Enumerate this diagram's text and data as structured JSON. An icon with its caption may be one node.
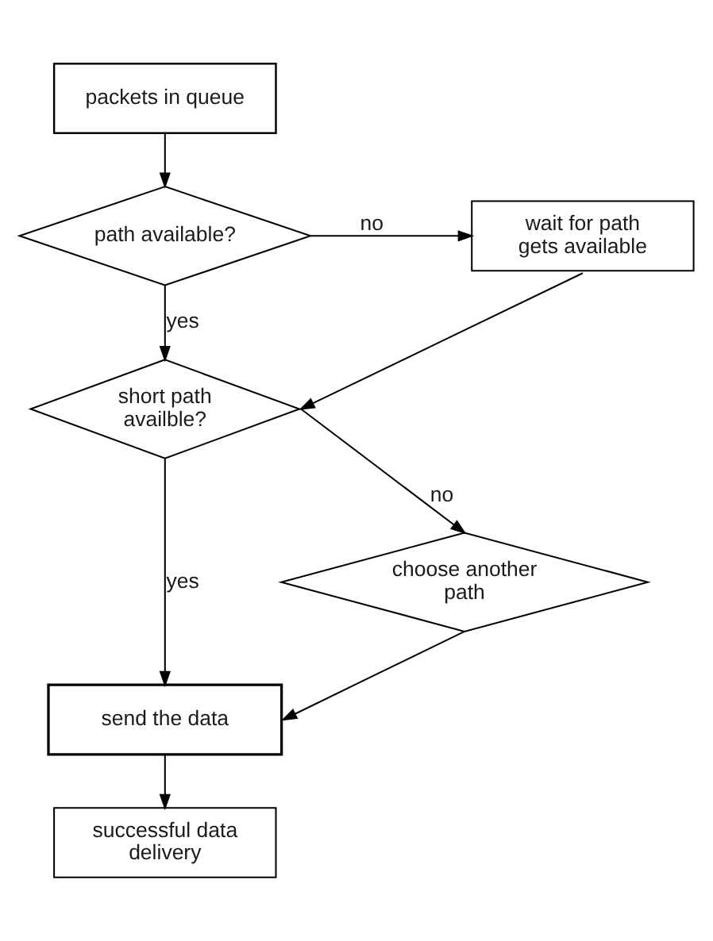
{
  "diagram": {
    "nodes": [
      {
        "text": [
          "packets in queue"
        ]
      },
      {
        "text": [
          "path available?"
        ]
      },
      {
        "text": [
          "wait for path gets available"
        ]
      },
      {
        "text": [
          "short path availble?"
        ]
      },
      {
        "text": [
          "choose another path"
        ]
      },
      {
        "text": [
          "send the data"
        ]
      },
      {
        "text": [
          "successful data delivery"
        ]
      }
    ],
    "edges": [
      {
        "from": 0,
        "to": 1,
        "arrow": "to"
      },
      {
        "from": 1,
        "to": 2,
        "arrow": "to",
        "label": "no"
      },
      {
        "from": 1,
        "to": 3,
        "arrow": "to",
        "label": "yes"
      },
      {
        "from": 2,
        "to": 3,
        "arrow": "to"
      },
      {
        "from": 3,
        "to": 4,
        "arrow": "to",
        "label": "no"
      },
      {
        "from": 3,
        "to": 5,
        "arrow": "to",
        "label": "yes"
      },
      {
        "from": 4,
        "to": 5,
        "arrow": "to"
      },
      {
        "from": 5,
        "to": 6,
        "arrow": "to"
      }
    ]
  }
}
